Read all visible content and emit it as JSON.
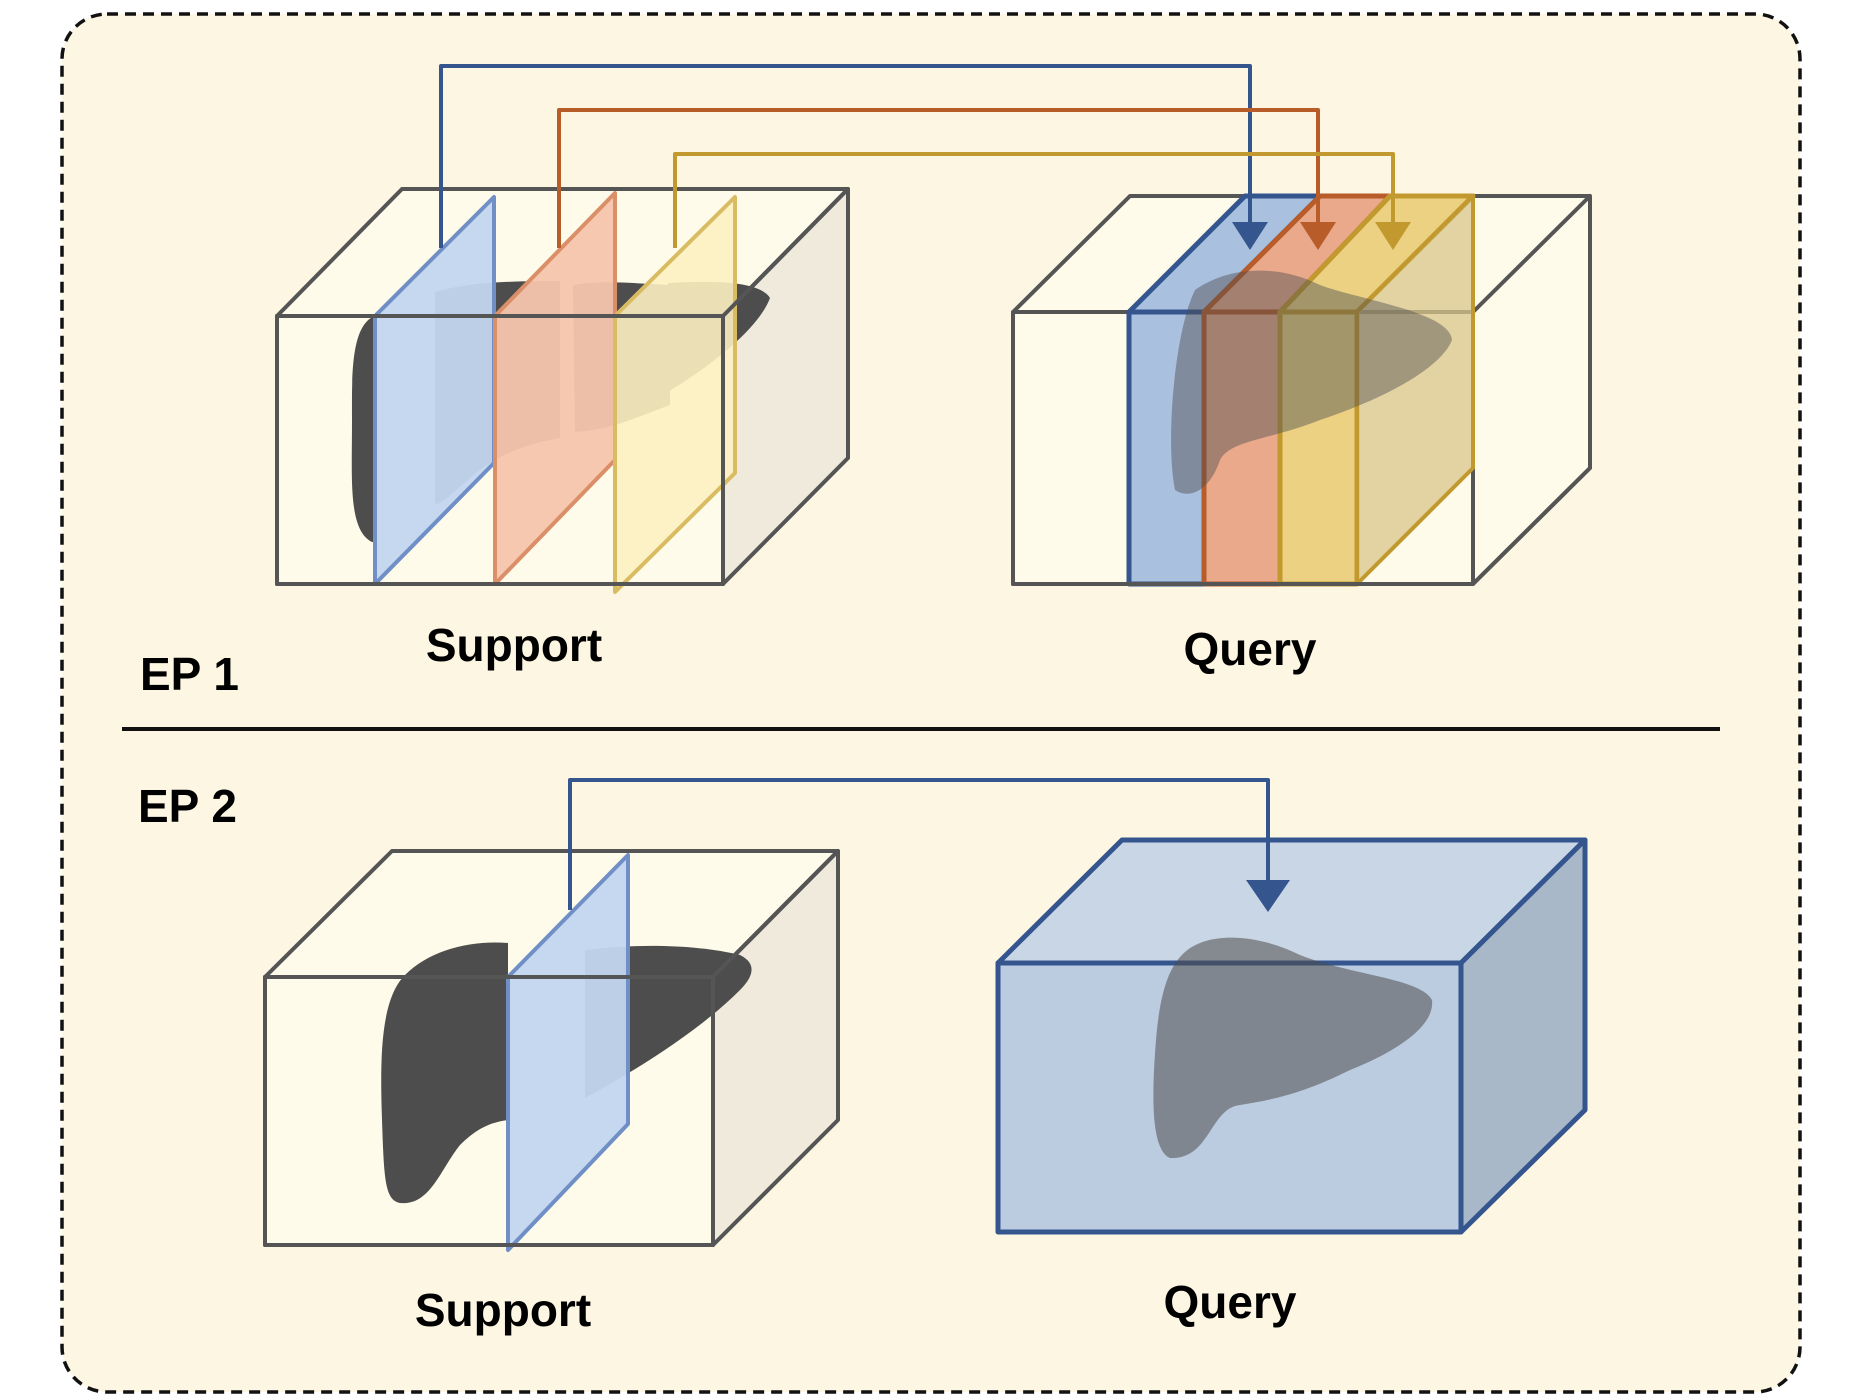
{
  "episodes": [
    {
      "label": "EP 1",
      "support_label": "Support",
      "query_label": "Query"
    },
    {
      "label": "EP 2",
      "support_label": "Support",
      "query_label": "Query"
    }
  ],
  "colors": {
    "panel_bg": "#fdf6e3",
    "box_edge": "#555555",
    "organ": "#4d4d4d",
    "slice_blue": "#c3d6ef",
    "slice_blue_edge": "#6f8fc6",
    "slice_orange": "#f6c5ad",
    "slice_orange_edge": "#da8f68",
    "slice_yellow": "#fdf0c2",
    "slice_yellow_edge": "#d9bc62",
    "arrow_blue": "#35558f",
    "arrow_orange": "#b85c2a",
    "arrow_yellow": "#c2992e",
    "query_volume_fill": "#b7c9de",
    "query_volume_edge": "#35558f"
  }
}
